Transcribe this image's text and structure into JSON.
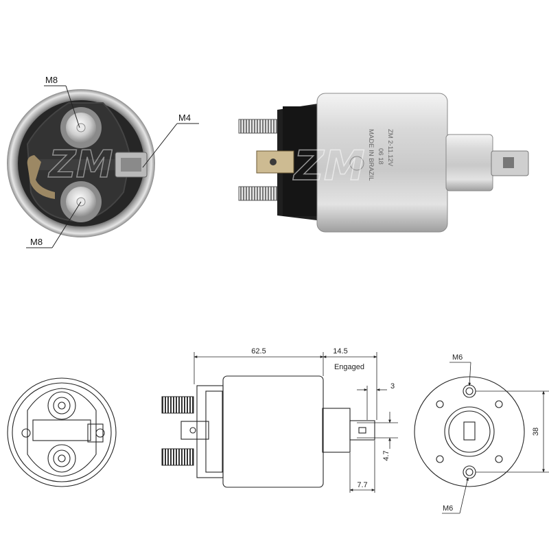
{
  "photo_end_view": {
    "callouts": {
      "top_terminal": "M8",
      "side_terminal": "M4",
      "bottom_terminal": "M8"
    }
  },
  "photo_side_view": {
    "body_marking": {
      "line1": "ZM 2-11.12V",
      "line2": "06 18",
      "line3": "MADE IN BRAZIL"
    }
  },
  "drawing_side_view": {
    "dims": {
      "body_length": "62.5",
      "engaged_stroke": "14.5",
      "engaged_label": "Engaged",
      "plunger_tip": "3",
      "tab_width": "4.7",
      "tab_length": "7.7"
    }
  },
  "drawing_rear_view": {
    "dims": {
      "top_hole": "M6",
      "hole_spacing": "38",
      "bottom_hole": "M6"
    }
  },
  "colors": {
    "line": "#222222",
    "body_metal": "#d7d7d7",
    "dark_cap": "#1c1c1c",
    "copper": "#b68a4c"
  }
}
